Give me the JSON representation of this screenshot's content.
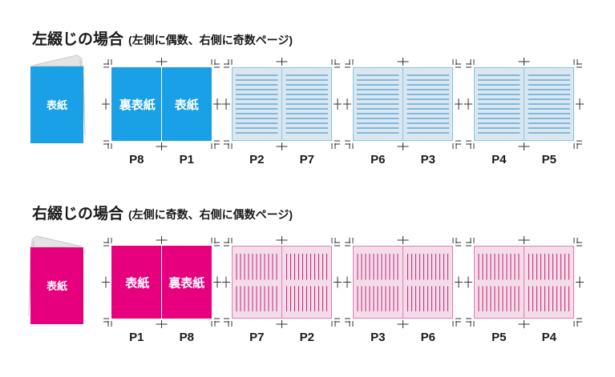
{
  "colors": {
    "left_accent": "#1aa0e6",
    "left_page_bg": "#dce6ee",
    "left_page_border": "#7cc8ec",
    "left_line": "#1e8cd2",
    "right_accent": "#e6007e",
    "right_page_bg": "#f2dde8",
    "right_page_border": "#e87ab6",
    "right_line": "#c8247a",
    "crop_mark": "#333333"
  },
  "sections": [
    {
      "id": "left",
      "title": "左綴じの場合",
      "subtitle": "(左側に偶数、右側に奇数ページ)",
      "book_label": "表紙",
      "cover_spread": {
        "left_text": "裏表紙",
        "right_text": "表紙"
      },
      "text_direction": "horizontal",
      "page_labels": [
        [
          "P8",
          "P1"
        ],
        [
          "P2",
          "P7"
        ],
        [
          "P6",
          "P3"
        ],
        [
          "P4",
          "P5"
        ]
      ]
    },
    {
      "id": "right",
      "title": "右綴じの場合",
      "subtitle": "(左側に奇数、右側に偶数ページ)",
      "book_label": "表紙",
      "cover_spread": {
        "left_text": "表紙",
        "right_text": "裏表紙"
      },
      "text_direction": "vertical",
      "page_labels": [
        [
          "P1",
          "P8"
        ],
        [
          "P7",
          "P2"
        ],
        [
          "P3",
          "P6"
        ],
        [
          "P5",
          "P4"
        ]
      ]
    }
  ]
}
